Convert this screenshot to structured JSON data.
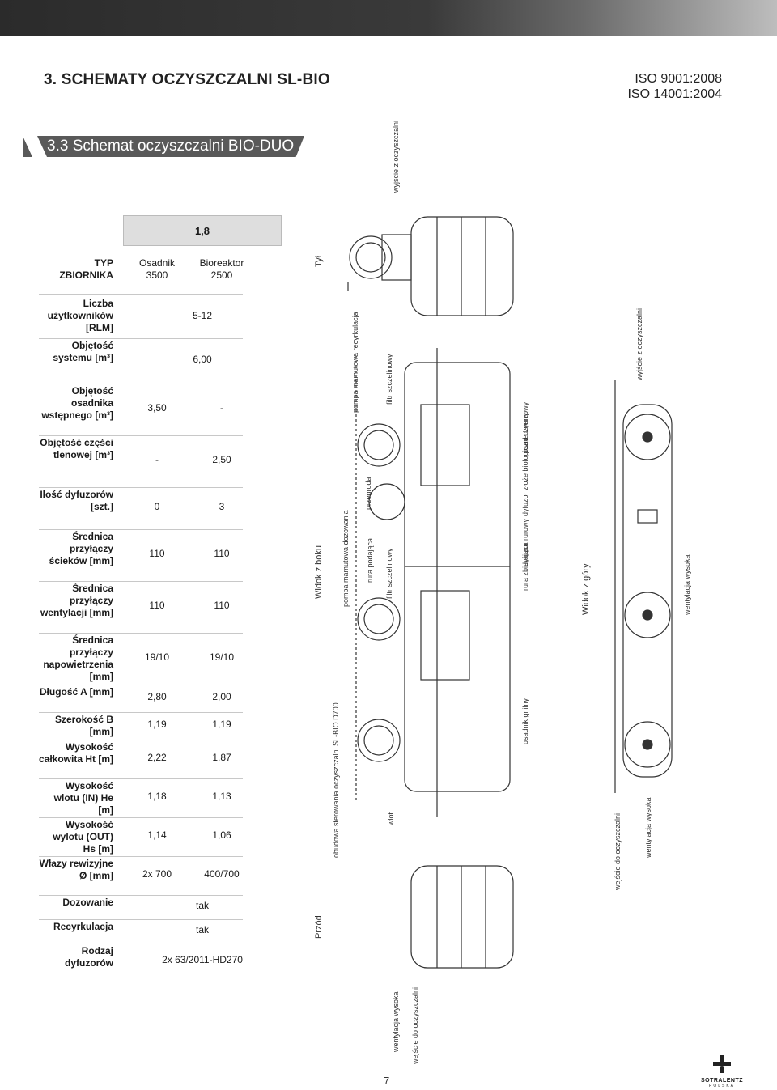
{
  "header": {
    "section_title": "3. SCHEMATY OCZYSZCZALNI SL-BIO",
    "iso_line1": "ISO 9001:2008",
    "iso_line2": "ISO 14001:2004",
    "subsection_title": "3.3 Schemat oczyszczalni BIO-DUO 1,8"
  },
  "table": {
    "model": "1,8",
    "type_label_1": "TYP",
    "type_label_2": "ZBIORNIKA",
    "col1_line1": "Osadnik",
    "col1_line2": "3500",
    "col2_line1": "Bioreaktor",
    "col2_line2": "2500",
    "rows": [
      {
        "label": "Liczba użytkowników [RLM]",
        "shared": "5-12"
      },
      {
        "label": "Objętość systemu [m³]",
        "shared": "6,00"
      },
      {
        "label": "Objętość osadnika wstępnego [m³]",
        "v1": "3,50",
        "v2": "-"
      },
      {
        "label": "Objętość części tlenowej [m³]",
        "v1": "-",
        "v2": "2,50"
      },
      {
        "label": "Ilość dyfuzorów [szt.]",
        "v1": "0",
        "v2": "3"
      },
      {
        "label": "Średnica przyłączy ścieków [mm]",
        "v1": "110",
        "v2": "110"
      },
      {
        "label": "Średnica przyłączy wentylacji [mm]",
        "v1": "110",
        "v2": "110"
      },
      {
        "label": "Średnica przyłączy napowietrzenia [mm]",
        "v1": "19/10",
        "v2": "19/10"
      },
      {
        "label": "Długość A [mm]",
        "v1": "2,80",
        "v2": "2,00"
      },
      {
        "label": "Szerokość B [mm]",
        "v1": "1,19",
        "v2": "1,19"
      },
      {
        "label": "Wysokość całkowita Ht [m]",
        "v1": "2,22",
        "v2": "1,87"
      },
      {
        "label": "Wysokość wlotu (IN) He [m]",
        "v1": "1,18",
        "v2": "1,13"
      },
      {
        "label": "Wysokość wylotu (OUT) Hs [m]",
        "v1": "1,14",
        "v2": "1,06"
      },
      {
        "label": "Włazy rewizyjne Ø [mm]",
        "v1": "2x 700",
        "v2": "400/700"
      },
      {
        "label": "Dozowanie",
        "shared": "tak"
      },
      {
        "label": "Recyrkulacja",
        "shared": "tak"
      },
      {
        "label": "Rodzaj dyfuzorów",
        "shared": "2x 63/2011-HD270"
      }
    ]
  },
  "drawing": {
    "label_tyl": "Tył",
    "label_przod": "Przód",
    "label_widok_z_boku": "Widok z boku",
    "label_widok_z_gory": "Widok z góry",
    "labels": {
      "wyjscie_top": "wyjście z oczyszczalni",
      "wyjscie_right": "wyjście z oczyszczalni",
      "pompa_recyrkulacja_1": "pompa",
      "pompa_recyrkulacja_2": "mamutowa",
      "pompa_recyrkulacja_3": "recyrkulacja",
      "filtr_szczelinowy_top_1": "filtr",
      "filtr_szczelinowy_top_2": "szczelinowy",
      "przegroda": "przegroda",
      "rura_podajaca_1": "rura",
      "rura_podajaca_2": "podająca",
      "pompa_dozowania_1": "pompa",
      "pompa_dozowania_2": "mamutowa",
      "pompa_dozowania_3": "dozowania",
      "filtr_szczelinowy_mid_1": "filtr",
      "filtr_szczelinowy_mid_2": "szczelinowy",
      "obudowa_1": "obudowa sterowania",
      "obudowa_2": "oczyszczalni SL-BIO D700",
      "wlot": "wlot",
      "osad_czynny_1": "osad",
      "osad_czynny_2": "czynny",
      "dyfuzor_1": "dyfuzor",
      "dyfuzor_2": "dyfuzor",
      "zloze_1": "złoże",
      "zloze_2": "biologiczne talerzowy",
      "rurowy": "rurowy",
      "rura_zbierajaca_1": "rura",
      "rura_zbierajaca_2": "zbierająca",
      "osadnik_gnilny_1": "osadnik",
      "osadnik_gnilny_2": "gnilny",
      "wentylacja_wysoka_right": "wentylacja wysoka",
      "wejscie_right": "wejście do oczyszczalni",
      "wentylacja_wysoka_right2": "wentylacja wysoka",
      "wentylacja_wysoka_bottom": "wentylacja wysoka",
      "wejscie_bottom": "wejście do oczyszczalni"
    }
  },
  "footer": {
    "page_number": "7",
    "brand_name": "SOTRALENTZ",
    "brand_sub": "POLSKA"
  }
}
